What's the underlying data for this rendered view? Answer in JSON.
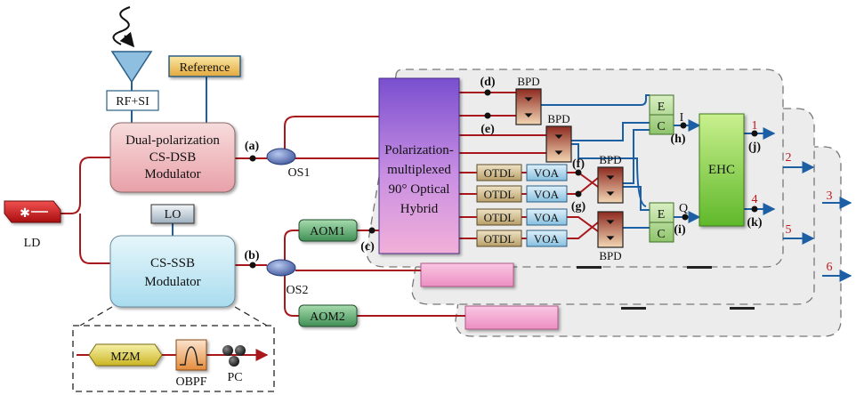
{
  "source": {
    "ld": "LD",
    "lo": "LO"
  },
  "antenna": {
    "label": "RF+SI"
  },
  "reference": {
    "label": "Reference"
  },
  "modulators": {
    "dual_line1": "Dual-polarization",
    "dual_line2": "CS-DSB",
    "dual_line3": "Modulator",
    "csssb_line1": "CS-SSB",
    "csssb_line2": "Modulator"
  },
  "splitters": {
    "os1": "OS1",
    "os2": "OS2"
  },
  "aom": {
    "aom1": "AOM1",
    "aom2": "AOM2"
  },
  "hybrid": {
    "line1": "Polarization-",
    "line2": "multiplexed",
    "line3": "90° Optical",
    "line4": "Hybrid"
  },
  "components": {
    "otdl": "OTDL",
    "voa": "VOA",
    "bpd": "BPD",
    "e": "E",
    "c": "C",
    "ehc": "EHC"
  },
  "signals": {
    "i": "I",
    "q": "Q"
  },
  "points": {
    "a": "(a)",
    "b": "(b)",
    "c": "(c)",
    "d": "(d)",
    "e": "(e)",
    "f": "(f)",
    "g": "(g)",
    "h": "(h)",
    "i": "(i)",
    "j": "(j)",
    "k": "(k)"
  },
  "outputs": [
    "1",
    "2",
    "3",
    "4",
    "5",
    "6"
  ],
  "inset": {
    "mzm": "MZM",
    "obpf": "OBPF",
    "pc": "PC"
  },
  "colors": {
    "fiber": "#a8171c",
    "electrical": "#1c5fa5",
    "ld_red": "#d42020",
    "hybrid_top": "#7a4fcf",
    "hybrid_bottom": "#f2b0d8",
    "ehc_green": "#7fd03a",
    "channel_bg": "#ececec"
  }
}
